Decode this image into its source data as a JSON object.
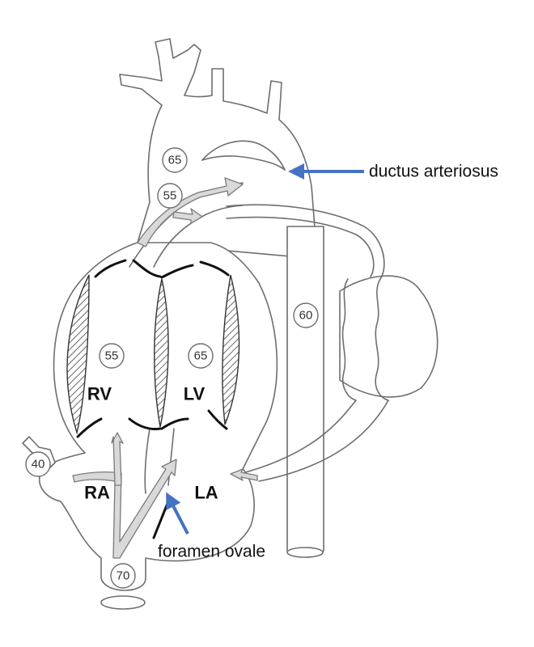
{
  "chambers": {
    "right_ventricle": "RV",
    "left_ventricle": "LV",
    "right_atrium": "RA",
    "left_atrium": "LA"
  },
  "pressures": {
    "aorta": "65",
    "pulmonary_trunk": "55",
    "right_ventricle": "55",
    "left_ventricle": "65",
    "descending_aorta": "60",
    "superior_vena_cava": "40",
    "inferior_vena_cava": "70"
  },
  "callouts": {
    "ductus": "ductus arteriosus",
    "foramen": "foramen ovale"
  },
  "colors": {
    "pointer": "#4472c4",
    "flow_arrow": "#d9d9d9",
    "outline": "#6e6e6e"
  }
}
